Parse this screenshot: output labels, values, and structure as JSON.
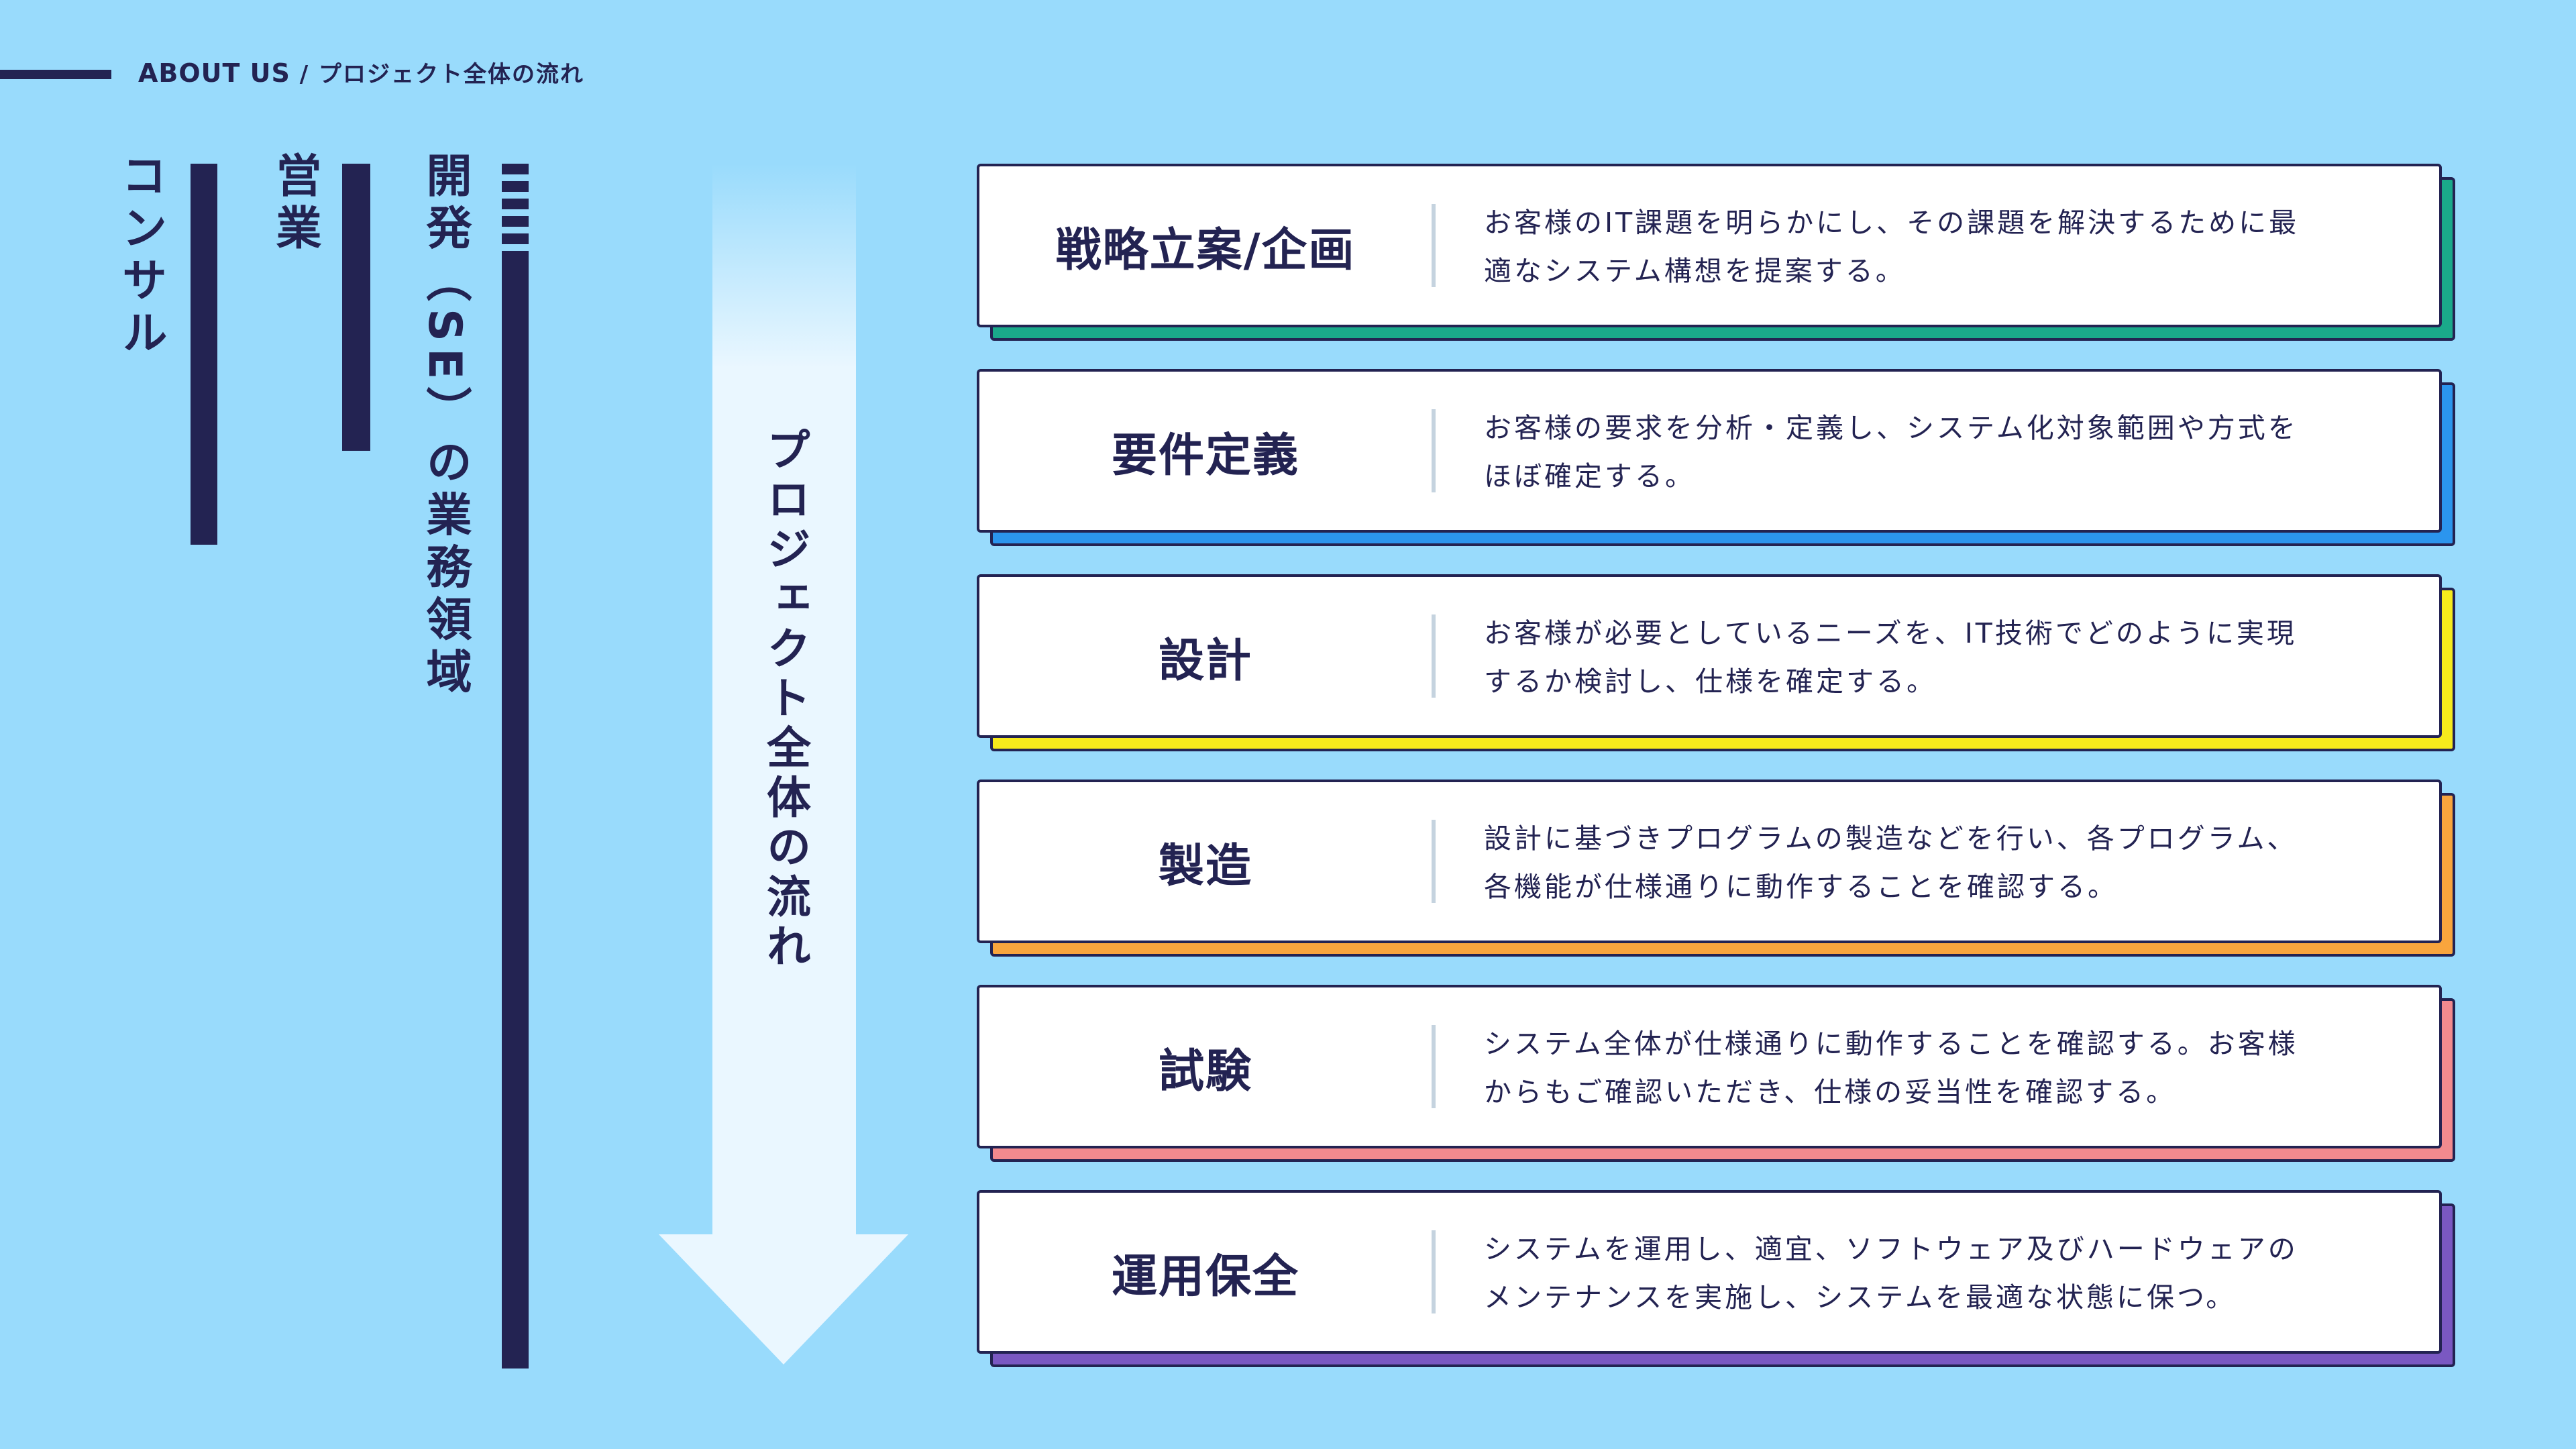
{
  "header": {
    "section_en": "ABOUT US",
    "separator": "/",
    "section_jp": "プロジェクト全体の流れ"
  },
  "roles": {
    "consul": "コンサル",
    "sales": "営業",
    "dev": "開発（SE）の業務領域"
  },
  "flow_label": "プロジェクト全体の流れ",
  "steps": [
    {
      "title": "戦略立案/企画",
      "line1": "お客様のIT課題を明らかにし、その課題を解決するために最",
      "line2": "適なシステム構想を提案する。",
      "color": "#1aa98a"
    },
    {
      "title": "要件定義",
      "line1": "お客様の要求を分析・定義し、システム化対象範囲や方式を",
      "line2": "ほぼ確定する。",
      "color": "#2b95ee"
    },
    {
      "title": "設計",
      "line1": "お客様が必要としているニーズを、IT技術でどのように実現",
      "line2": "するか検討し、仕様を確定する。",
      "color": "#f7ea1c"
    },
    {
      "title": "製造",
      "line1": "設計に基づきプログラムの製造などを行い、各プログラム、",
      "line2": "各機能が仕様通りに動作することを確認する。",
      "color": "#f9a53d"
    },
    {
      "title": "試験",
      "line1": "システム全体が仕様通りに動作することを確認する。お客様",
      "line2": "からもご確認いただき、仕様の妥当性を確認する。",
      "color": "#f28a8e"
    },
    {
      "title": "運用保全",
      "line1": "システムを運用し、適宜、ソフトウェア及びハードウェアの",
      "line2": "メンテナンスを実施し、システムを最適な状態に保つ。",
      "color": "#7a58c2"
    }
  ],
  "colors": {
    "background": "#99dbfc",
    "navy": "#232352",
    "card": "#ffffff",
    "arrow": "#eaf7ff"
  }
}
